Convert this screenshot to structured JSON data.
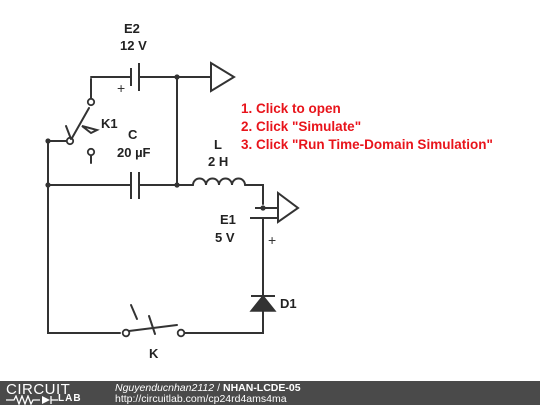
{
  "components": {
    "e2": {
      "name": "E2",
      "value": "12 V",
      "polarity": "+"
    },
    "k1": {
      "name": "K1"
    },
    "c": {
      "name": "C",
      "value": "20 µF"
    },
    "l": {
      "name": "L",
      "value": "2 H"
    },
    "e1": {
      "name": "E1",
      "value": "5 V",
      "polarity": "+"
    },
    "d1": {
      "name": "D1"
    },
    "k": {
      "name": "K"
    }
  },
  "instructions": [
    "1. Click to open",
    "2. Click \"Simulate\"",
    "3. Click \"Run Time-Domain Simulation\""
  ],
  "colors": {
    "instruction_text": "#e8141b",
    "wire": "#333333",
    "footer_bg": "#4a4a4a"
  },
  "footer": {
    "logo_top": "CIRCUIT",
    "logo_bottom": "LAB",
    "author": "Nguyenducnhan2112",
    "separator": "/",
    "title": "NHAN-LCDE-05",
    "url": "http://circuitlab.com/cp24rd4ams4ma"
  }
}
